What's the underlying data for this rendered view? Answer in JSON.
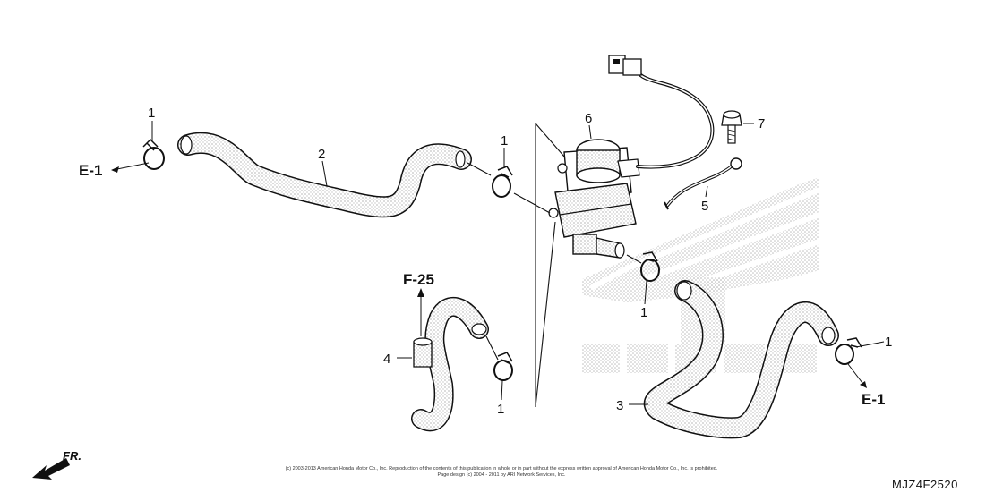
{
  "refs": {
    "e1_left": "E-1",
    "e1_right": "E-1",
    "f25": "F-25"
  },
  "callouts": {
    "c1": "1",
    "c2": "2",
    "c3": "3",
    "c4": "4",
    "c5": "5",
    "c6": "6",
    "c7": "7"
  },
  "direction": {
    "label": "FR.",
    "icon": "front-direction-arrow-icon"
  },
  "watermark": {
    "brand": "HONDA",
    "icon": "honda-wing-logo-watermark"
  },
  "footer": {
    "copyright_line1": "(c) 2003-2013 American Honda Motor Co., Inc. Reproduction of the contents of this publication in whole or in part without the express written approval of American Honda Motor Co., Inc. is prohibited.",
    "copyright_line2": "Page design (c) 2004 - 2011 by ARI Network Services, Inc.",
    "diagram_code": "MJZ4F2520"
  },
  "colors": {
    "line": "#111111",
    "stipple": "#9a9a9a",
    "watermark": "#d2d2d2"
  }
}
